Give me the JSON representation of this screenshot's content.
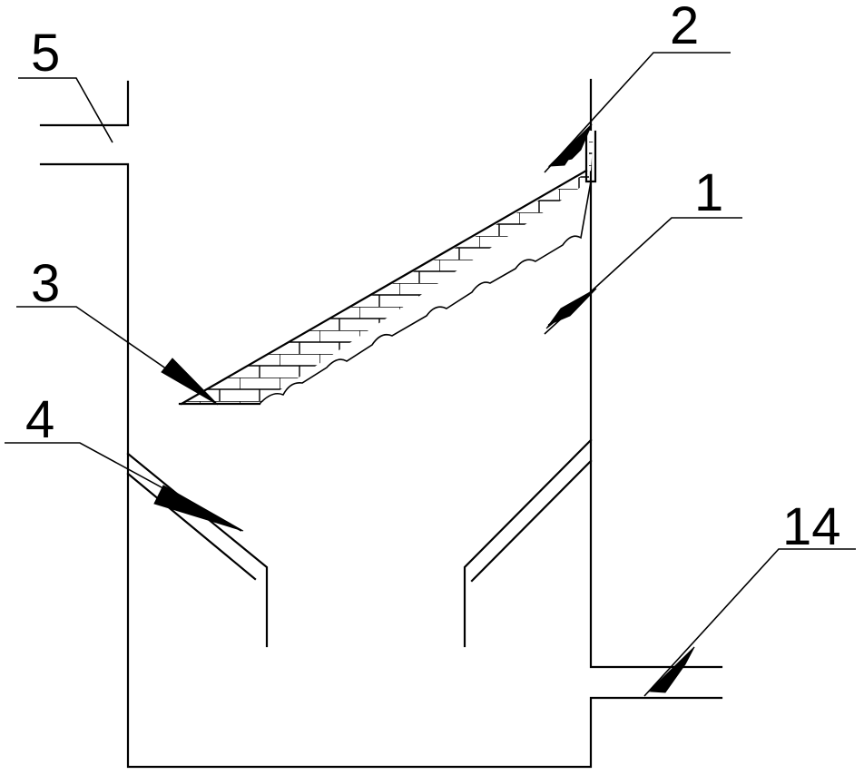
{
  "labels": {
    "l5": "5",
    "l2": "2",
    "l1": "1",
    "l3": "3",
    "l4": "4",
    "l14": "14"
  },
  "colors": {
    "stroke": "#000000",
    "background": "#ffffff"
  }
}
